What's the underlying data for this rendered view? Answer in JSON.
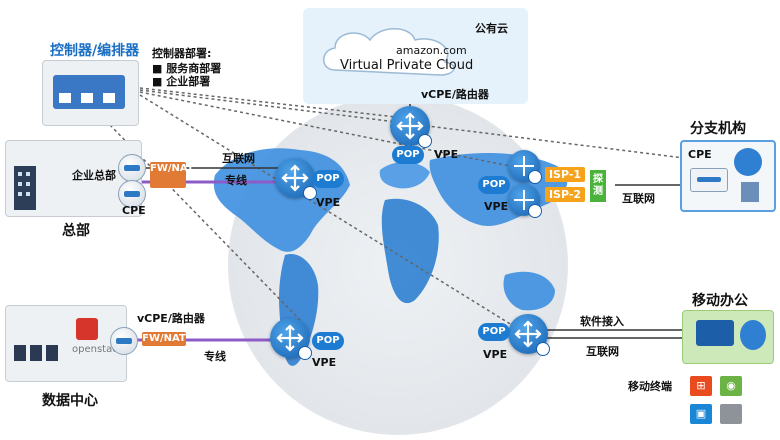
{
  "title_controller": "控制器/编排器",
  "deploy": {
    "title": "控制器部署:",
    "items": [
      "服务商部署",
      "企业部署"
    ]
  },
  "public_cloud": {
    "label": "公有云",
    "vpc": "Virtual Private Cloud",
    "amazon": "amazon.com",
    "router_label": "vCPE/路由器"
  },
  "hq": {
    "title": "总部",
    "enterprise_hq": "企业总部",
    "cpe": "CPE",
    "fw": "FW/NAT"
  },
  "branch": {
    "title": "分支机构",
    "cpe": "CPE"
  },
  "datacenter": {
    "title": "数据中心",
    "router_label": "vCPE/路由器",
    "fw": "FW/NAT",
    "openstack": "openstack"
  },
  "mobile": {
    "title": "移动办公",
    "terminals": "移动终端"
  },
  "links": {
    "internet": "互联网",
    "private_line": "专线",
    "soft_access": "软件接入"
  },
  "pop_label": "POP",
  "vpe_label": "VPE",
  "isp": [
    "ISP-1",
    "ISP-2"
  ],
  "probe": "探测",
  "colors": {
    "pop": "#1d7cd1",
    "fw": "#e07a35",
    "isp": "#f6a21a",
    "probe": "#4bb33b",
    "private_line": "#8d5bc5"
  }
}
